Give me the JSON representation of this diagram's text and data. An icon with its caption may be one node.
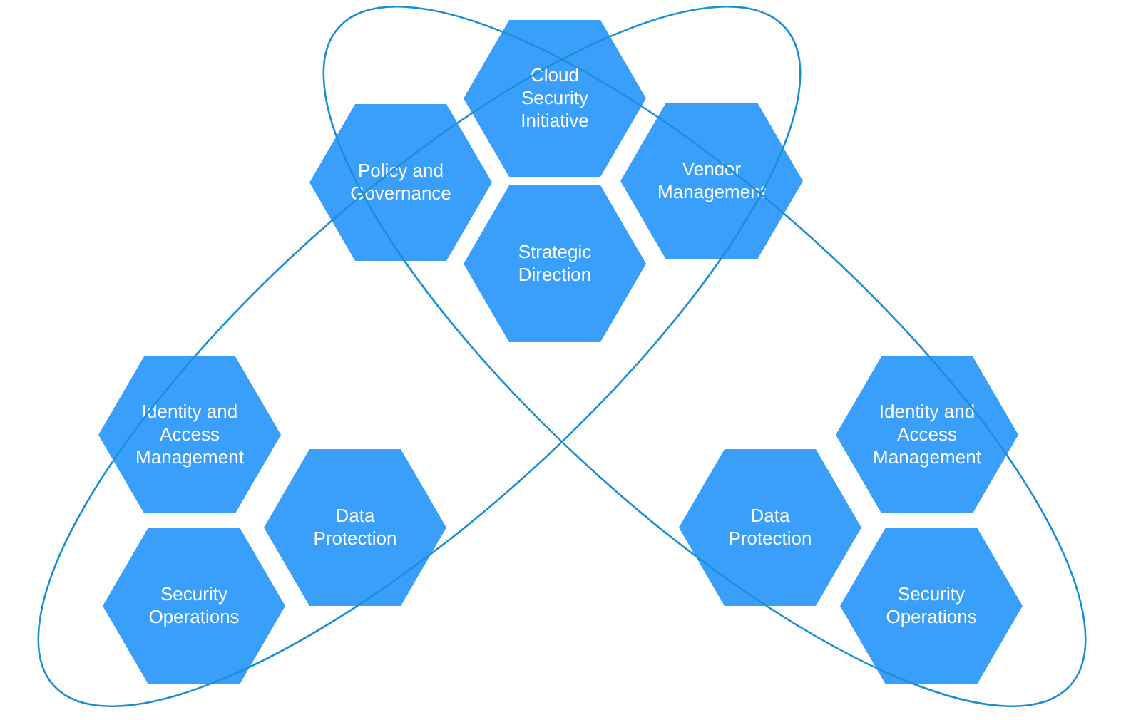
{
  "diagram": {
    "nodes": [
      {
        "text": [
          "Cloud Security Initiative"
        ]
      },
      {
        "text": [
          "Policy and Governance"
        ]
      },
      {
        "text": [
          "Vendor Management"
        ]
      },
      {
        "text": [
          "Strategic Direction"
        ]
      },
      {
        "text": [
          "Identity and Access Management"
        ]
      },
      {
        "text": [
          "Data Protection"
        ]
      },
      {
        "text": [
          "Security Operations"
        ]
      },
      {
        "text": [
          "Identity and Access Management"
        ]
      },
      {
        "text": [
          "Data Protection"
        ]
      },
      {
        "text": [
          "Security Operations"
        ]
      }
    ]
  }
}
